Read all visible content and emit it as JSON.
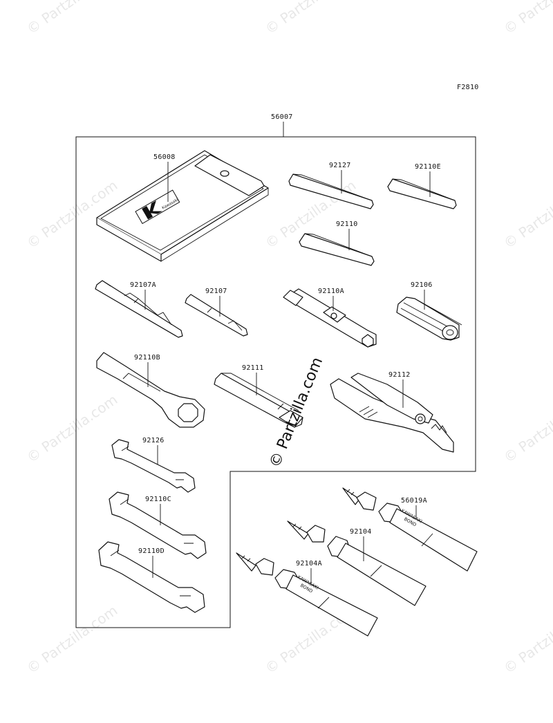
{
  "figure_code": "F2810",
  "parts": {
    "kit": "56007",
    "pouch": "56008",
    "hex_wrench_a": "92127",
    "hex_wrench_e": "92110E",
    "hex_wrench": "92110",
    "driver_bit_a": "92107A",
    "driver_bit": "92107",
    "socket_wrench_a": "92110A",
    "handle_grip": "92106",
    "ring_wrench_b": "92110B",
    "extension_bar": "92111",
    "pliers": "92112",
    "open_wrench": "92126",
    "open_wrench_c": "92110C",
    "open_wrench_d": "92110D",
    "bond_tube_19a": "56019A",
    "bond_tube": "92104",
    "bond_tube_04a": "92104A"
  },
  "tube_print": {
    "brand": "KAWASAKI",
    "product": "BOND"
  },
  "pouch_logo": "Kawasaki",
  "watermark": {
    "small": "© Partzilla.com",
    "large": "© Partzilla.com"
  }
}
